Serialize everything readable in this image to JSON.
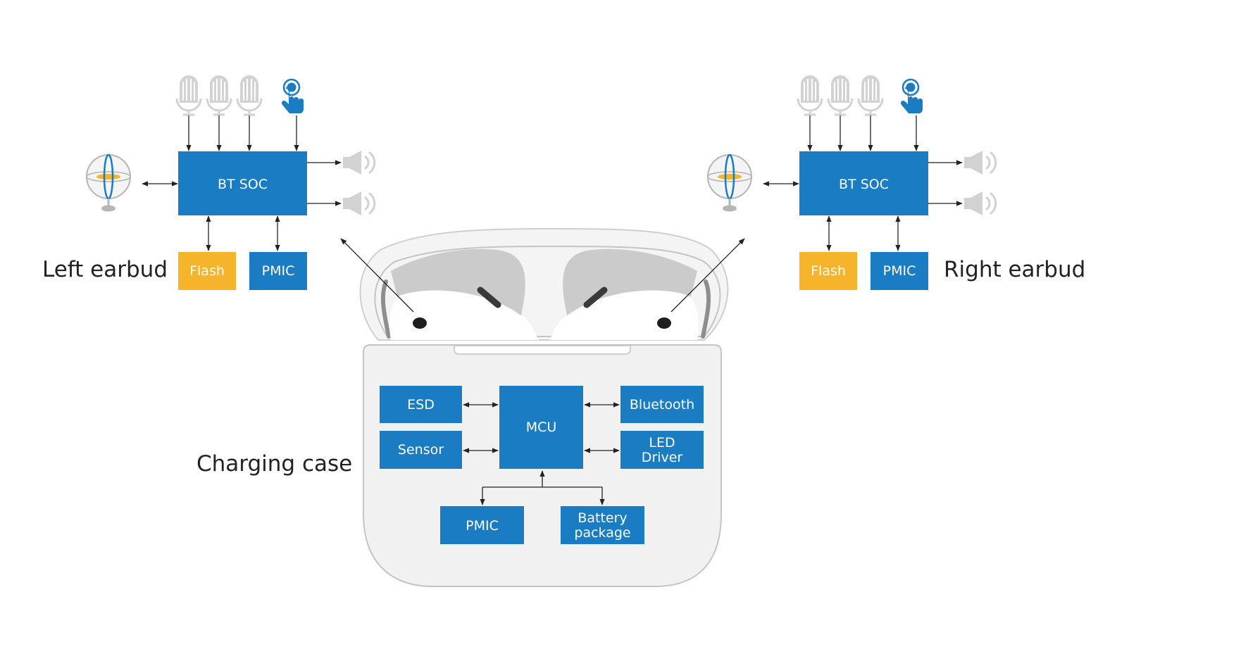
{
  "colors": {
    "primary_blue": "#1a7dc4",
    "flash_yellow": "#f6b42a",
    "icon_gray": "#cfcfcf",
    "case_fill": "#f1f1f1",
    "case_stroke": "#c4c4c4"
  },
  "left_earbud": {
    "label": "Left earbud",
    "soc": "BT SOC",
    "flash": "Flash",
    "pmic": "PMIC",
    "icons": [
      "microphone-icon",
      "microphone-icon",
      "microphone-icon",
      "touch-icon",
      "speaker-icon",
      "speaker-icon",
      "gyroscope-icon"
    ]
  },
  "right_earbud": {
    "label": "Right earbud",
    "soc": "BT SOC",
    "flash": "Flash",
    "pmic": "PMIC",
    "icons": [
      "microphone-icon",
      "microphone-icon",
      "microphone-icon",
      "touch-icon",
      "speaker-icon",
      "speaker-icon",
      "gyroscope-icon"
    ]
  },
  "charging_case": {
    "label": "Charging case",
    "mcu": "MCU",
    "esd": "ESD",
    "sensor": "Sensor",
    "bluetooth": "Bluetooth",
    "led_driver": [
      "LED",
      "Driver"
    ],
    "pmic": "PMIC",
    "battery": [
      "Battery",
      "package"
    ]
  }
}
